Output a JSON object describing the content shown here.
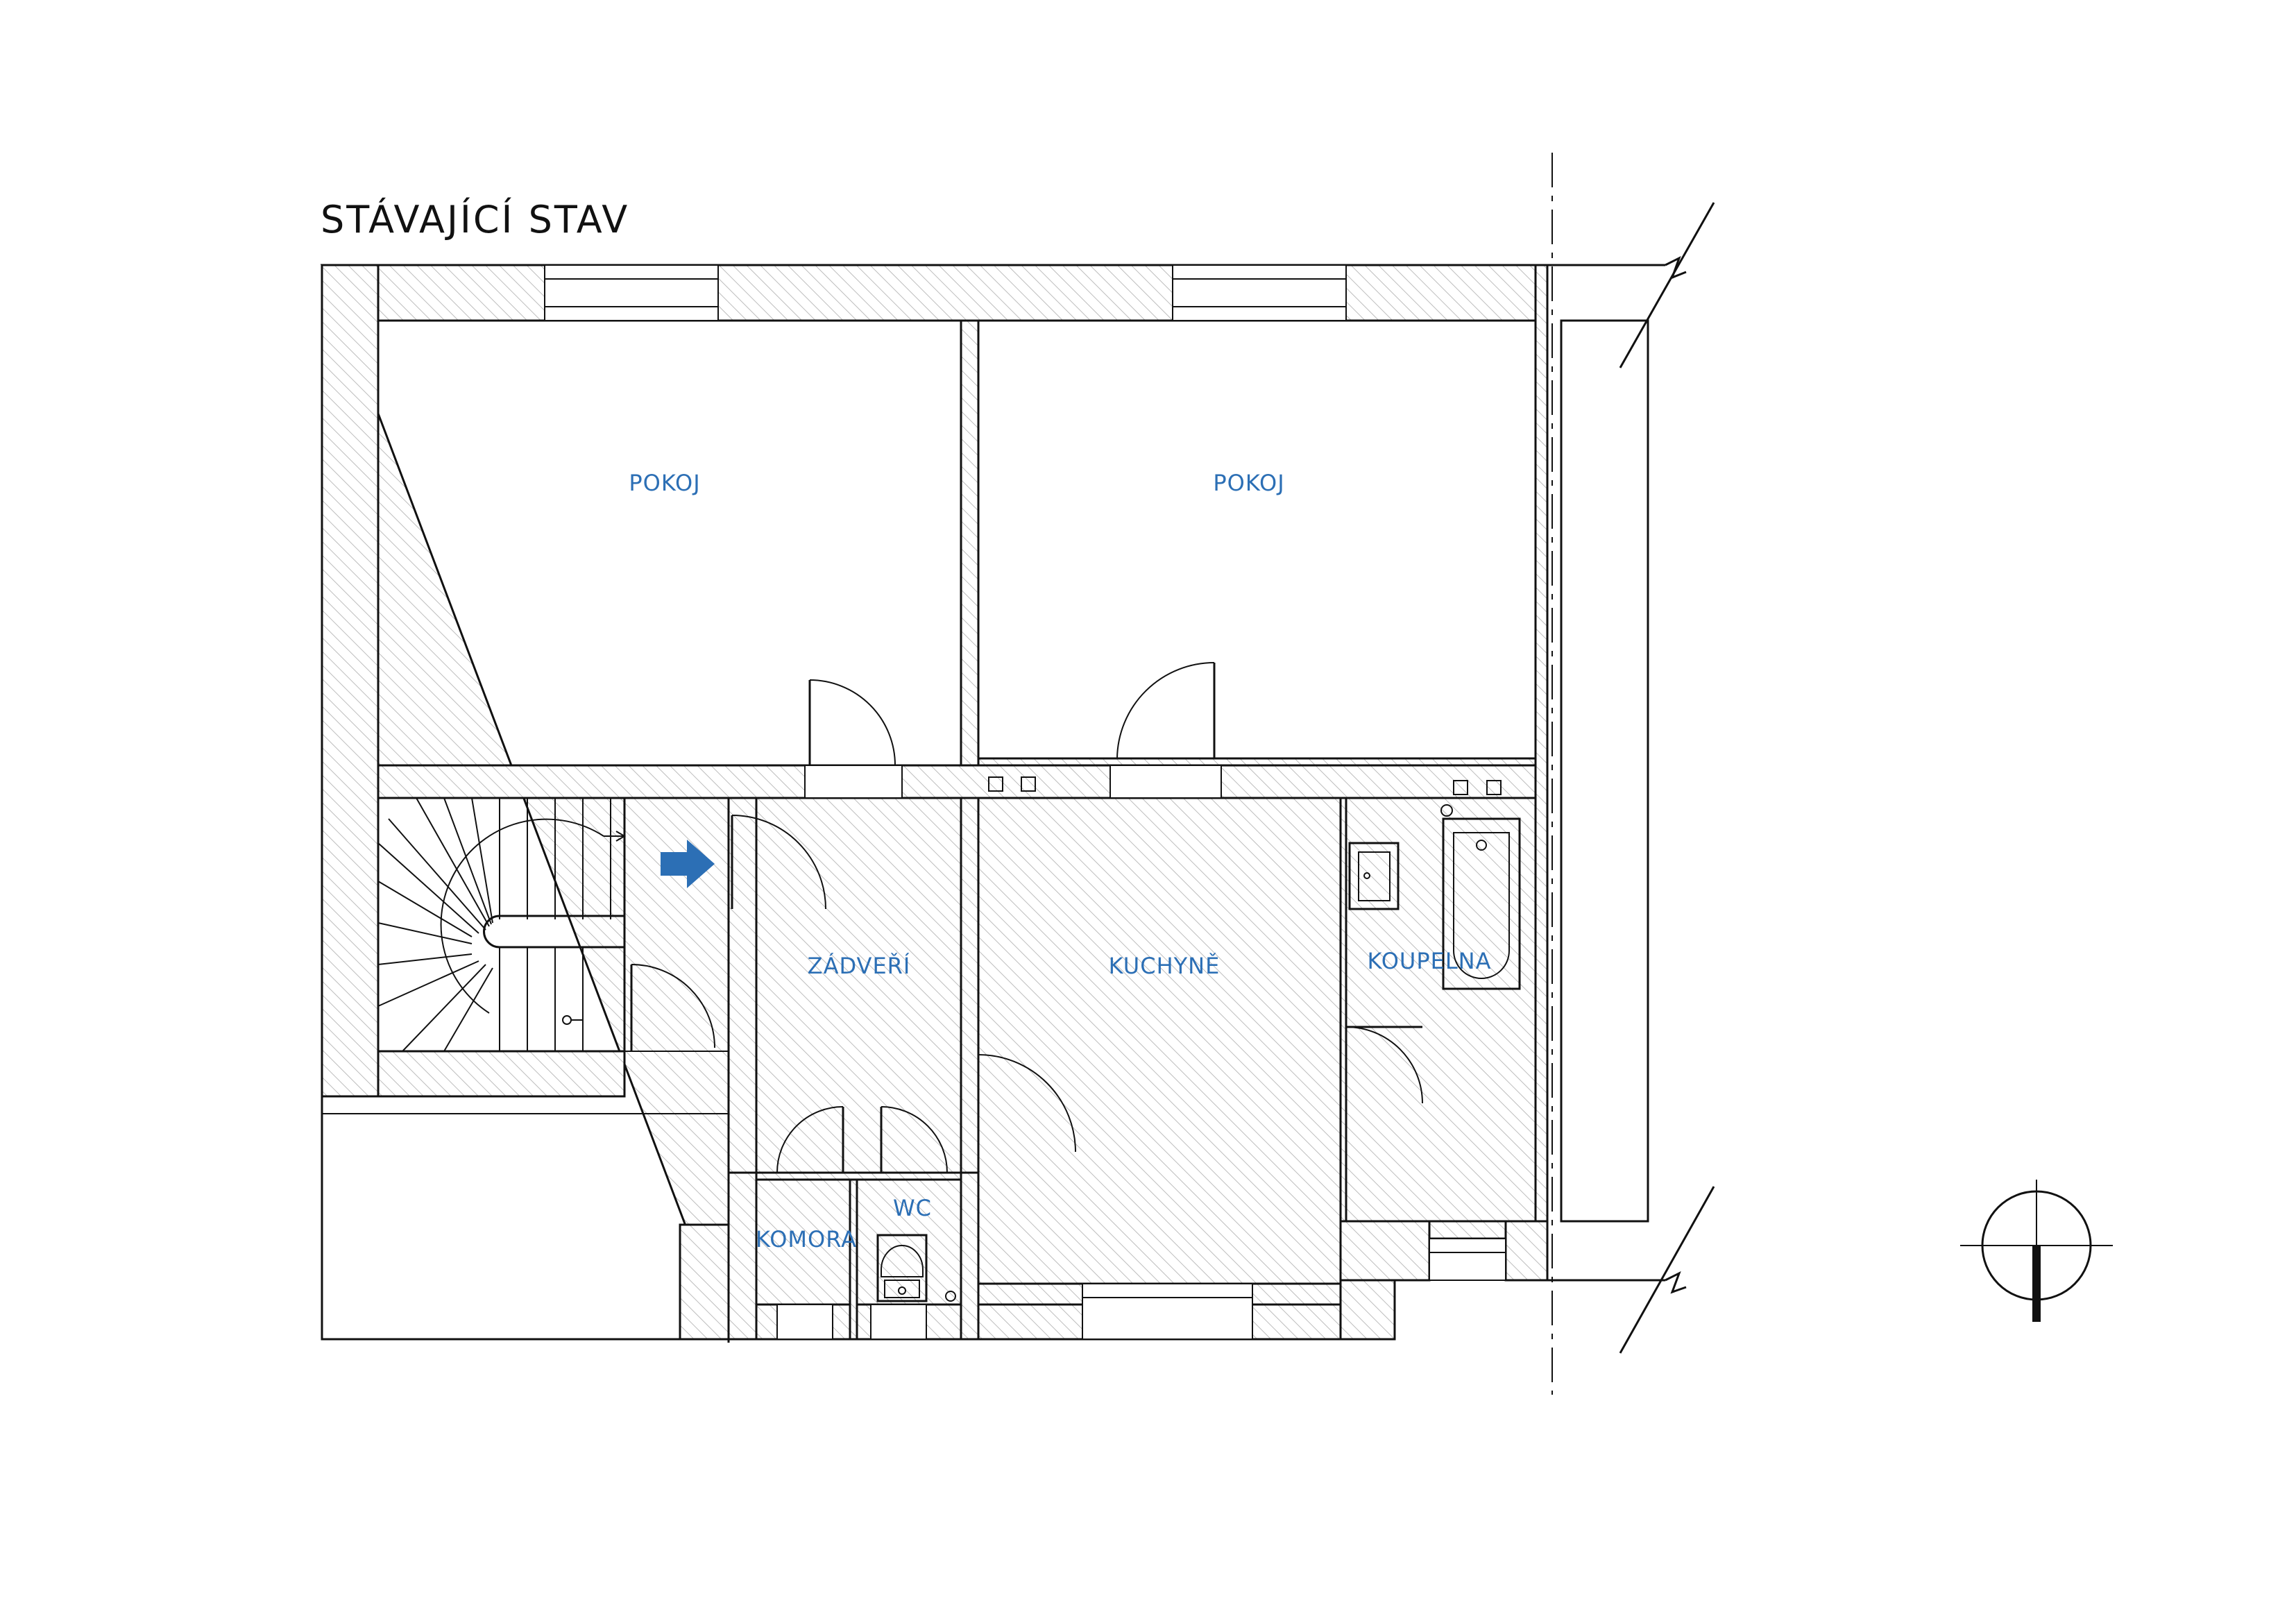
{
  "title": "STÁVAJÍCÍ STAV",
  "colors": {
    "room_label": "#2c6fb5",
    "arrow": "#2c6fb5",
    "lines": "#111111",
    "hatch": "#bfbfbf"
  },
  "rooms": [
    {
      "id": "pokoj-1",
      "label": "POKOJ"
    },
    {
      "id": "pokoj-2",
      "label": "POKOJ"
    },
    {
      "id": "zadveri",
      "label": "ZÁDVEŘÍ"
    },
    {
      "id": "kuchyne",
      "label": "KUCHYNĚ"
    },
    {
      "id": "koupelna",
      "label": "KOUPELNA"
    },
    {
      "id": "komora",
      "label": "KOMORA"
    },
    {
      "id": "wc",
      "label": "WC"
    }
  ],
  "icons": {
    "entrance": "entrance-arrow-icon",
    "north": "north-arrow-icon"
  }
}
